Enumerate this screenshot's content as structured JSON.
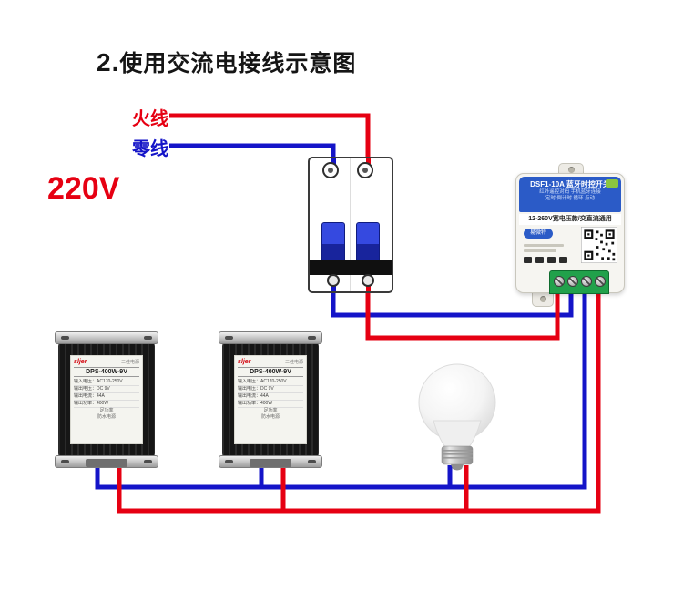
{
  "title": {
    "prefix": "2.",
    "text": "使用交流电接线示意图"
  },
  "labels": {
    "live": "火线",
    "neutral": "零线",
    "voltage": "220V"
  },
  "colors": {
    "live_wire": "#e60012",
    "neutral_wire": "#1414c8",
    "controller_header": "#2b5bc7",
    "terminal_block_green": "#21a14b",
    "breaker_switch_blue": "#18249c",
    "psu_body_black": "#161616"
  },
  "controller": {
    "header_title": "DSF1-10A 蓝牙时控开关",
    "header_line1": "红外遥控对码 手机蓝牙连接",
    "header_line2": "定时 倒计时 循环 点动",
    "strip": "12-260V宽电压款/交直流通用",
    "brand": "易微特"
  },
  "power_supply": {
    "brand": "sljer",
    "brand_sub": "三佳电源",
    "model": "DPS-400W-9V",
    "specs": [
      "输入电压：AC170-250V",
      "输出电压：DC 9V",
      "输出电流：44A",
      "输出功率：400W"
    ],
    "footer1": "足功率",
    "footer2": "防水电源"
  }
}
